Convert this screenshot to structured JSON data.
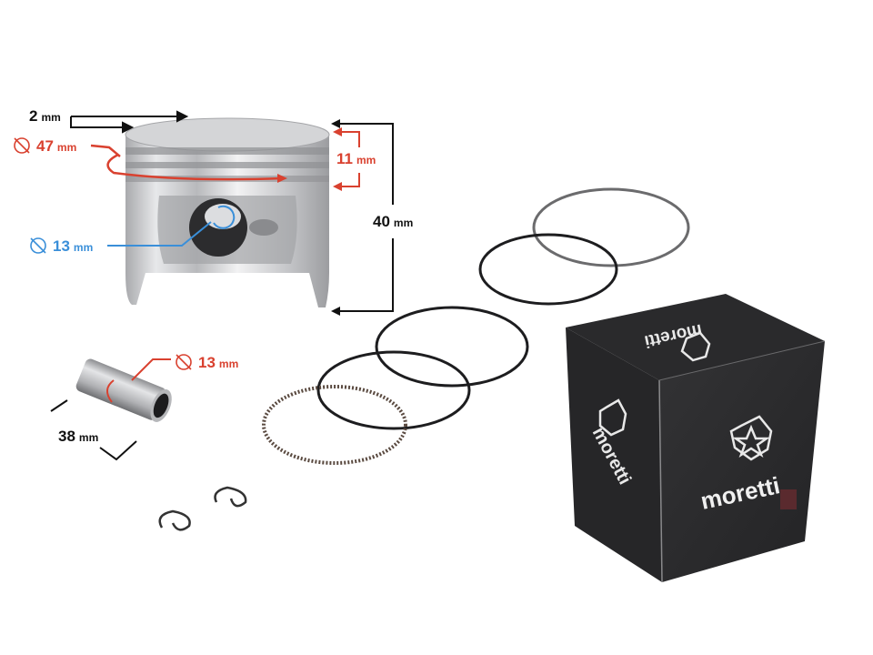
{
  "image": {
    "subject": "Piston kit with dimensions",
    "brand": "moretti",
    "colors": {
      "annotation_black": "#111111",
      "annotation_red": "#d9412f",
      "annotation_blue": "#3a8fd9",
      "box": "#2b2b2d",
      "piston_metal": "#c8c9cb"
    }
  },
  "dimensions": {
    "ring_groove": {
      "value": "2",
      "unit": "mm"
    },
    "piston_diameter": {
      "value": "47",
      "unit": "mm",
      "symbol": "diameter-icon"
    },
    "ring_zone": {
      "value": "11",
      "unit": "mm"
    },
    "total_height": {
      "value": "40",
      "unit": "mm"
    },
    "pin_bore": {
      "value": "13",
      "unit": "mm",
      "symbol": "diameter-icon"
    },
    "pin_diameter": {
      "value": "13",
      "unit": "mm",
      "symbol": "diameter-icon"
    },
    "pin_length": {
      "value": "38",
      "unit": "mm"
    }
  },
  "box": {
    "front_logo": "moretti",
    "side_logo": "moretti",
    "top_logo": "moretti"
  }
}
